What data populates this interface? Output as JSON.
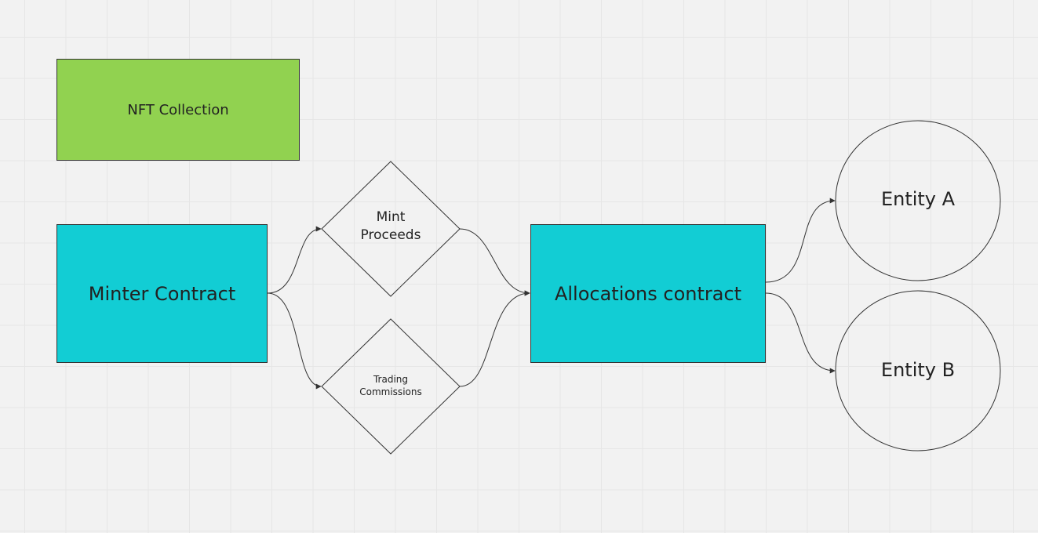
{
  "colors": {
    "background": "#f2f2f2",
    "grid": "#e6e6e6",
    "nft_fill": "#91d250",
    "contract_fill": "#12cdd4",
    "stroke": "#333333"
  },
  "nodes": {
    "nft_collection": "NFT Collection",
    "minter_contract": "Minter Contract",
    "mint_proceeds": "Mint\nProceeds",
    "trading_commissions": "Trading\nCommissions",
    "allocations_contract": "Allocations contract",
    "entity_a": "Entity A",
    "entity_b": "Entity B"
  },
  "edges": [
    {
      "from": "minter_contract",
      "to": "mint_proceeds"
    },
    {
      "from": "minter_contract",
      "to": "trading_commissions"
    },
    {
      "from": "mint_proceeds",
      "to": "allocations_contract"
    },
    {
      "from": "trading_commissions",
      "to": "allocations_contract"
    },
    {
      "from": "allocations_contract",
      "to": "entity_a"
    },
    {
      "from": "allocations_contract",
      "to": "entity_b"
    }
  ]
}
